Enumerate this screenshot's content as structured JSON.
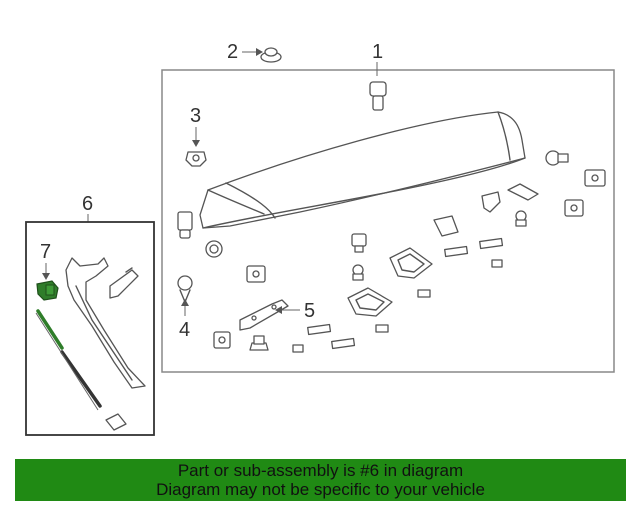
{
  "callouts": {
    "c1": "1",
    "c2": "2",
    "c3": "3",
    "c4": "4",
    "c5": "5",
    "c6": "6",
    "c7": "7"
  },
  "colors": {
    "banner_bg": "#208a14",
    "highlight_part": "#2f7d2a",
    "line": "#555555"
  },
  "banner": {
    "line1": "Part or sub-assembly is #6 in diagram",
    "line2": "Diagram may not be specific to your vehicle"
  }
}
